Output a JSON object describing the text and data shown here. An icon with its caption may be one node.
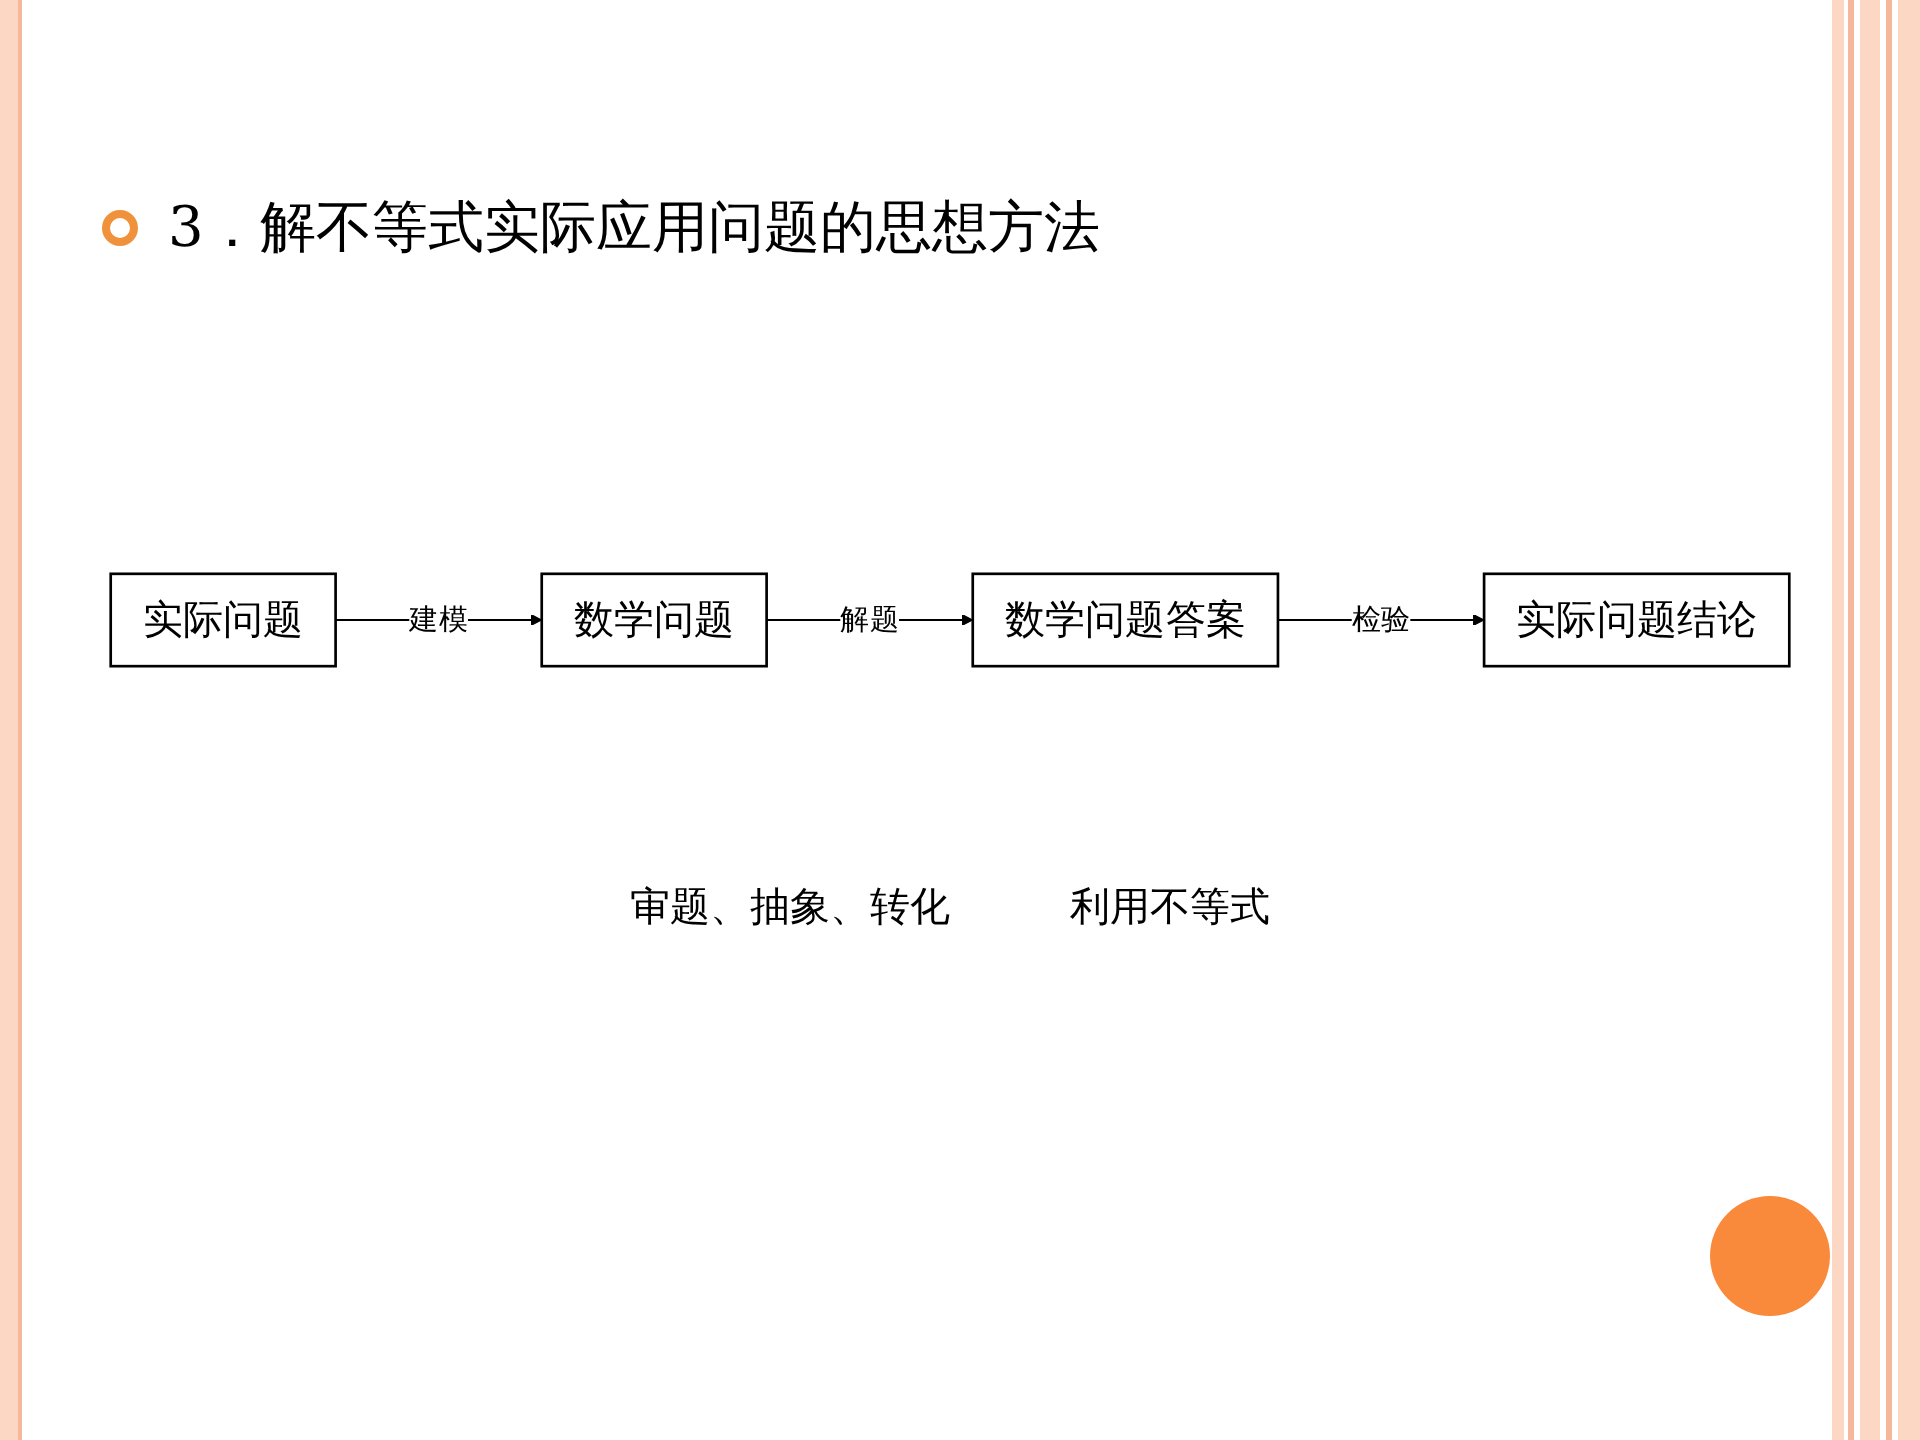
{
  "diagram": {
    "title": "3．解不等式实际应用问题的思想方法",
    "nodes": [
      {
        "text": [
          "实际问题"
        ]
      },
      {
        "text": [
          "数学问题"
        ]
      },
      {
        "text": [
          "数学问题答案"
        ]
      },
      {
        "text": [
          "实际问题结论"
        ]
      }
    ],
    "edges": [
      {
        "from": 0,
        "to": 1,
        "arrow": "to",
        "label": "建模"
      },
      {
        "from": 1,
        "to": 2,
        "arrow": "to",
        "label": "解题"
      },
      {
        "from": 2,
        "to": 3,
        "arrow": "to",
        "label": "检验"
      }
    ],
    "labels": [
      "审题、抽象、转化",
      "利用不等式"
    ]
  }
}
